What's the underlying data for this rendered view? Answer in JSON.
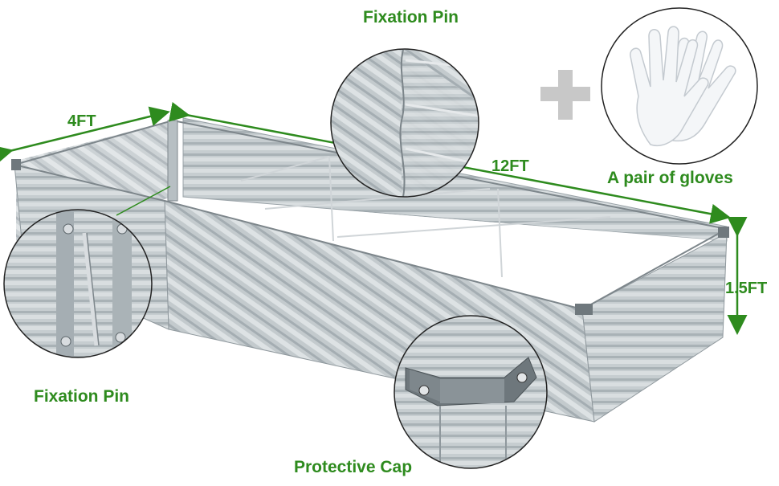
{
  "dimensions": {
    "width": "4FT",
    "length": "12FT",
    "height": "1.5FT"
  },
  "callouts": {
    "fixation_pin_top": "Fixation Pin",
    "fixation_pin_left": "Fixation Pin",
    "protective_cap": "Protective Cap",
    "gloves": "A pair of gloves"
  },
  "colors": {
    "label_green": "#2e8b1e",
    "arrow_green": "#2e8b1e",
    "metal_light": "#c9cfd2",
    "metal_mid": "#aeb6ba",
    "metal_dark": "#8f989d",
    "plus_gray": "#c8c8c8"
  }
}
